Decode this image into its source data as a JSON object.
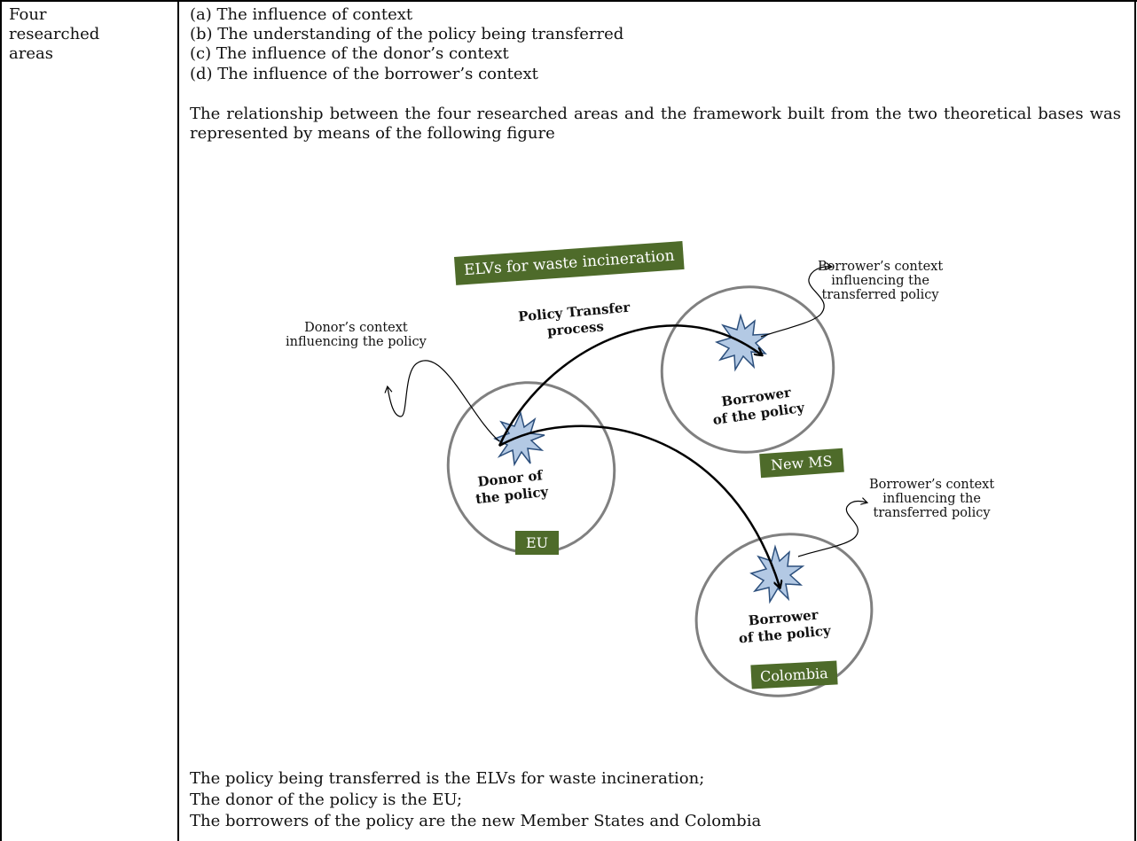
{
  "table": {
    "left_cell": [
      "Four",
      "researched",
      "areas"
    ],
    "areas": [
      "(a) The influence of context",
      "(b) The understanding of the policy being transferred",
      "(c) The influence of the donor’s context",
      "(d) The influence of the borrower’s context"
    ],
    "intro_paragraph": "The relationship between the four researched areas and the framework built from the two theoretical bases was represented by means of the following figure",
    "conclusions": [
      "The policy being transferred is the ELVs for waste incineration;",
      "The donor of the policy is the EU;",
      "The borrowers of the policy are the new Member States and Colombia"
    ]
  },
  "figure": {
    "policy_label": "ELVs for waste incineration",
    "process_label": [
      "Policy Transfer",
      "process"
    ],
    "donor_context": [
      "Donor’s context",
      "influencing the policy"
    ],
    "borrower_context_1": [
      "Borrower’s context",
      "influencing the",
      "transferred policy"
    ],
    "borrower_context_2": [
      "Borrower’s context",
      "influencing the",
      "transferred policy"
    ],
    "donor": {
      "title": [
        "Donor of",
        "the policy"
      ],
      "tag": "EU"
    },
    "borrower_1": {
      "title": [
        "Borrower",
        "of the policy"
      ],
      "tag": "New MS"
    },
    "borrower_2": {
      "title": [
        "Borrower",
        "of the policy"
      ],
      "tag": "Colombia"
    },
    "colors": {
      "tag_green": "#4e6b2a",
      "star_fill": "#b3c9e4",
      "star_stroke": "#2c4f7c",
      "ellipse": "#808080"
    }
  }
}
